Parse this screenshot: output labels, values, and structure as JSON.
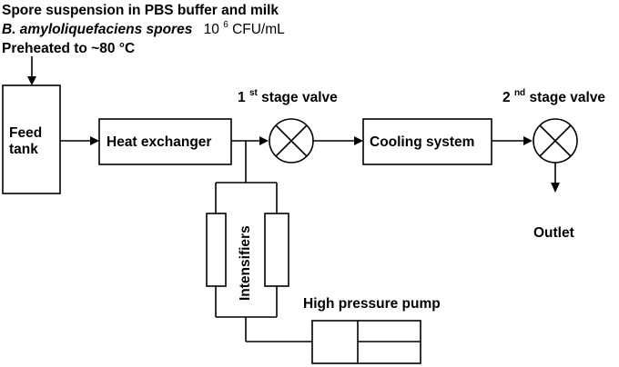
{
  "header": {
    "line1": "Spore suspension in PBS buffer and milk",
    "line2_italic": "B. amyloliquefaciens spores",
    "line2_pre_exp": "10",
    "line2_exp": "6",
    "line2_post_exp": " CFU/mL",
    "line3": "Preheated to ~80 °C"
  },
  "feed_tank": {
    "line1": "Feed",
    "line2": "tank"
  },
  "heat_exchanger": {
    "label": "Heat exchanger"
  },
  "valve1": {
    "pre": "1",
    "sup": "st",
    "post": " stage valve"
  },
  "cooling_system": {
    "label": "Cooling system"
  },
  "valve2": {
    "pre": "2",
    "sup": "nd",
    "post": " stage valve"
  },
  "outlet": {
    "label": "Outlet"
  },
  "intensifiers": {
    "label": "Intensifiers"
  },
  "pump": {
    "label": "High pressure pump"
  }
}
